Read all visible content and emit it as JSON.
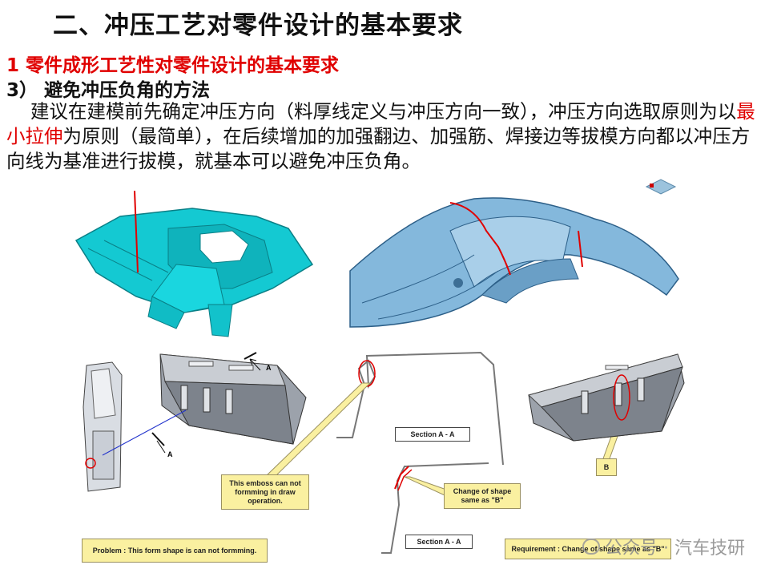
{
  "heading": {
    "title": "二、冲压工艺对零件设计的基本要求"
  },
  "section": {
    "subtitle": "1 零件成形工艺性对零件设计的基本要求",
    "point": "3） 避免冲压负角的方法"
  },
  "paragraph": {
    "part1": "建议在建模前先确定冲压方向（料厚线定义与冲压方向一致），冲压方向选取原则为以",
    "highlight": "最小拉伸",
    "part2": "为原则（最简单），在后续增加的加强翻边、加强筋、焊接边等拔模方向都以冲压方向线为基准进行拔模，就基本可以避免冲压负角。"
  },
  "figure": {
    "arrow_label_left": "A",
    "arrow_label_top": "A",
    "note_emboss": "This emboss can not formming in draw operation.",
    "section_aa_1": "Section A - A",
    "section_aa_2": "Section A - A",
    "note_change": "Change of shape same as \"B\"",
    "label_b": "B",
    "problem": "Problem : This form shape is can not formming.",
    "requirement": "Requirement : Change of shape same as \"B\""
  },
  "watermark": {
    "text": "公众号 · 汽车技研"
  },
  "colors": {
    "accent_red": "#e00000",
    "cyan_part": "#12c7d0",
    "blue_part": "#7fb4d8",
    "note_bg": "#faf0a0"
  }
}
